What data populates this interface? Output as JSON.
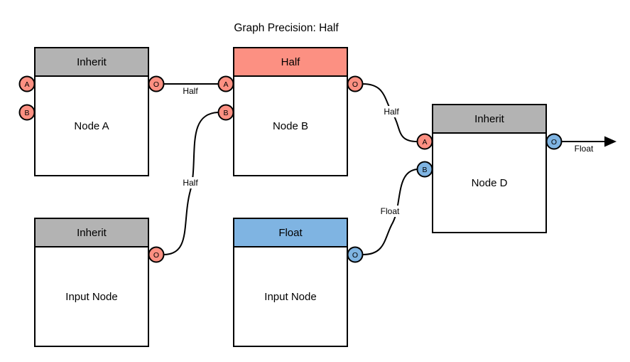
{
  "title": "Graph Precision: Half",
  "colors": {
    "gray": "#B3B3B3",
    "salmon": "#FC9082",
    "blue": "#7FB4E2",
    "stroke": "#000000",
    "background": "#FFFFFF"
  },
  "port_letters": {
    "a": "A",
    "b": "B",
    "o": "O"
  },
  "nodes": [
    {
      "id": "node-a",
      "header": "Inherit",
      "label": "Node A",
      "header_color": "#B3B3B3"
    },
    {
      "id": "node-b",
      "header": "Half",
      "label": "Node B",
      "header_color": "#FC9082"
    },
    {
      "id": "node-d",
      "header": "Inherit",
      "label": "Node D",
      "header_color": "#B3B3B3"
    },
    {
      "id": "input-node-1",
      "header": "Inherit",
      "label": "Input Node",
      "header_color": "#B3B3B3"
    },
    {
      "id": "input-node-2",
      "header": "Float",
      "label": "Input Node",
      "header_color": "#7FB4E2"
    }
  ],
  "edges": [
    {
      "from": "node-a.O",
      "to": "node-b.A",
      "label": "Half"
    },
    {
      "from": "input-node-1.O",
      "to": "node-b.B",
      "label": "Half"
    },
    {
      "from": "node-b.O",
      "to": "node-d.A",
      "label": "Half"
    },
    {
      "from": "input-node-2.O",
      "to": "node-d.B",
      "label": "Float"
    },
    {
      "from": "node-d.O",
      "to": "output",
      "label": "Float"
    }
  ]
}
